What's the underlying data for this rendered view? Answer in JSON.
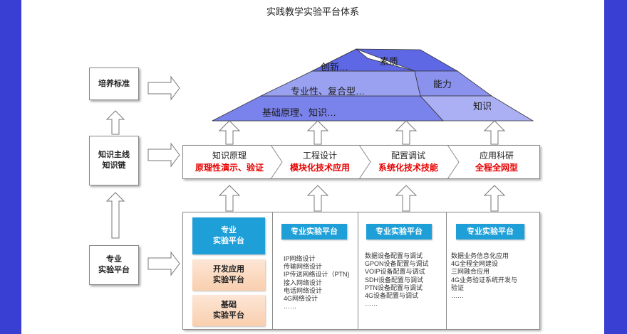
{
  "title": "实践教学实验平台体系",
  "left_boxes": {
    "top": "培养标准",
    "middle": "知识主线\n知识链",
    "bottom": "专业\n实验平台"
  },
  "pyramid": {
    "left_labels": [
      "创新…",
      "专业性、复合型…",
      "基础原理、知识…"
    ],
    "right_labels": [
      "素质",
      "能力",
      "知识"
    ]
  },
  "stages": [
    {
      "name": "知识原理",
      "highlight": "原理性演示、验证"
    },
    {
      "name": "工程设计",
      "highlight": "模块化技术应用"
    },
    {
      "name": "配置调试",
      "highlight": "系统化技术技能"
    },
    {
      "name": "应用科研",
      "highlight": "全程全网型"
    }
  ],
  "platforms": {
    "professional": "专业\n实验平台",
    "development": "开发应用\n实验平台",
    "basic": "基础\n实验平台"
  },
  "columns": [
    {
      "button": "专业实验平台",
      "items": [
        "IP网络设计",
        "传输网络设计",
        "IP传送网络设计（PTN)",
        "接入网络设计",
        "电话网络设计",
        "4G网络设计",
        "……"
      ]
    },
    {
      "button": "专业实验平台",
      "items": [
        "数据设备配置与调试",
        "GPON设备配置与调试",
        "VOIP设备配置与调试",
        "SDH设备配置与调试",
        "PTN设备配置与调试",
        "4G设备配置与调试",
        "……"
      ]
    },
    {
      "button": "专业实验平台",
      "items": [
        "数据业务信息化应用",
        "4G全程全网建设",
        "三网融合应用",
        "4G业务验证系统开发与",
        "验证",
        "……"
      ]
    }
  ],
  "colors": {
    "background": "#3a3fd4",
    "pyramid": "#3b44d8",
    "highlight": "#e60000",
    "platform_button": "#1f9fd8",
    "peach": "#f9cfae"
  }
}
